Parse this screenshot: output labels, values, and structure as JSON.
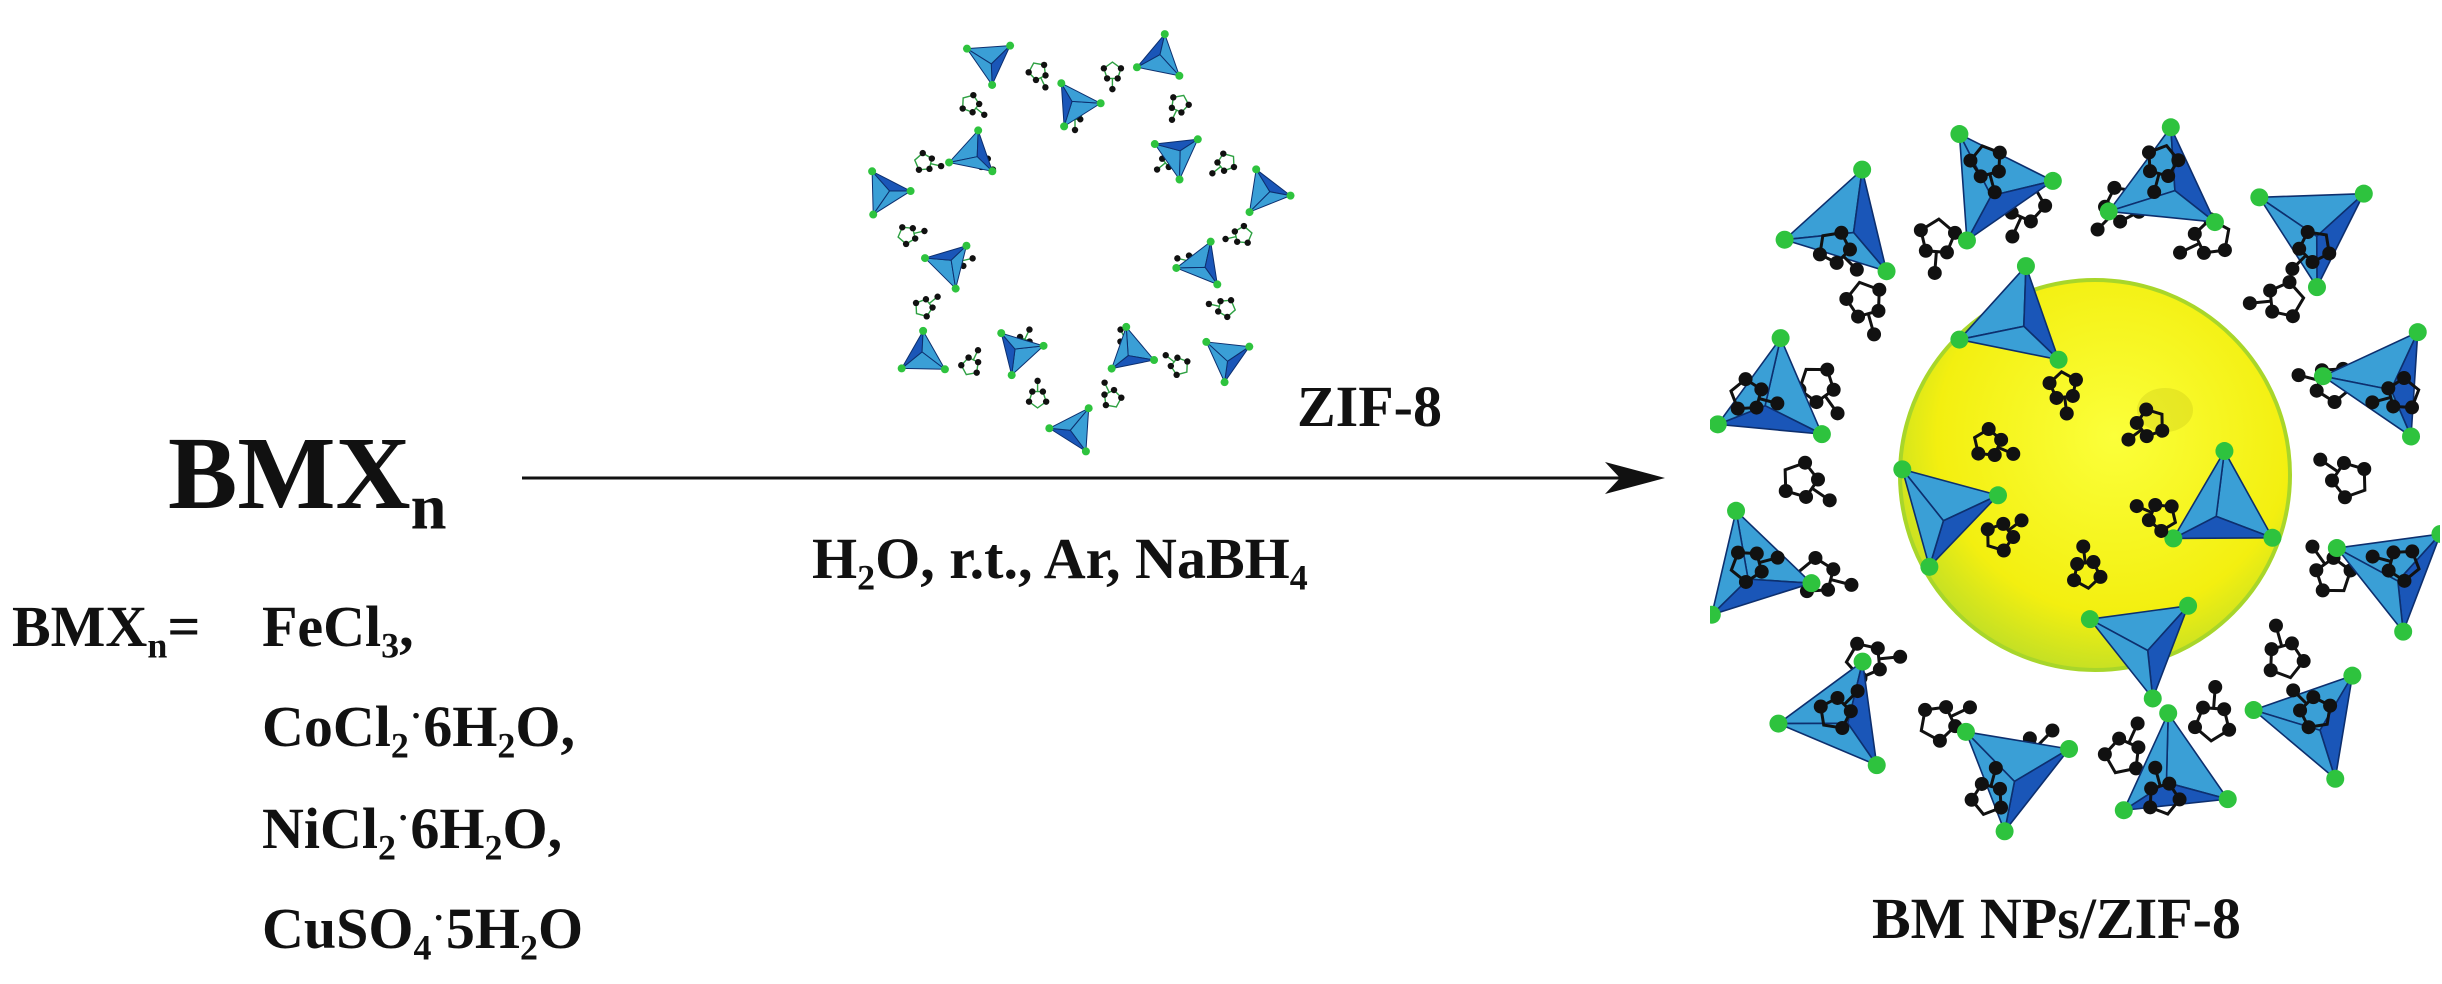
{
  "reactant": {
    "main": "BMX",
    "subscript": "n"
  },
  "definition": {
    "lhs_main": "BMX",
    "lhs_sub": "n",
    "equals": "= ",
    "salts": [
      [
        {
          "t": "FeCl"
        },
        {
          "t": "3",
          "s": "sub"
        },
        {
          "t": ","
        }
      ],
      [
        {
          "t": "CoCl"
        },
        {
          "t": "2",
          "s": "sub"
        },
        {
          "t": "·",
          "s": "dot"
        },
        {
          "t": "6H"
        },
        {
          "t": "2",
          "s": "sub"
        },
        {
          "t": "O,"
        }
      ],
      [
        {
          "t": "NiCl"
        },
        {
          "t": "2",
          "s": "sub"
        },
        {
          "t": "·",
          "s": "dot"
        },
        {
          "t": "6H"
        },
        {
          "t": "2",
          "s": "sub"
        },
        {
          "t": "O,"
        }
      ],
      [
        {
          "t": "CuSO"
        },
        {
          "t": "4",
          "s": "sub"
        },
        {
          "t": "·",
          "s": "dot"
        },
        {
          "t": "5H"
        },
        {
          "t": "2",
          "s": "sub"
        },
        {
          "t": "O"
        }
      ]
    ]
  },
  "reagent_label": "ZIF-8",
  "conditions": [
    {
      "t": "H"
    },
    {
      "t": "2",
      "s": "sub"
    },
    {
      "t": "O, r.t., Ar, NaBH"
    },
    {
      "t": "4",
      "s": "sub"
    }
  ],
  "product_label": "BM NPs/ZIF-8",
  "colors": {
    "tetra_light": "#3a9fd6",
    "tetra_dark": "#1a56b8",
    "tetra_edge": "#0d2f6e",
    "node_green": "#2ec33e",
    "carbon_black": "#111111",
    "nanoparticle_yellow": "#f7f21a",
    "nanoparticle_edge": "#a8d62a",
    "arrow": "#111111"
  }
}
